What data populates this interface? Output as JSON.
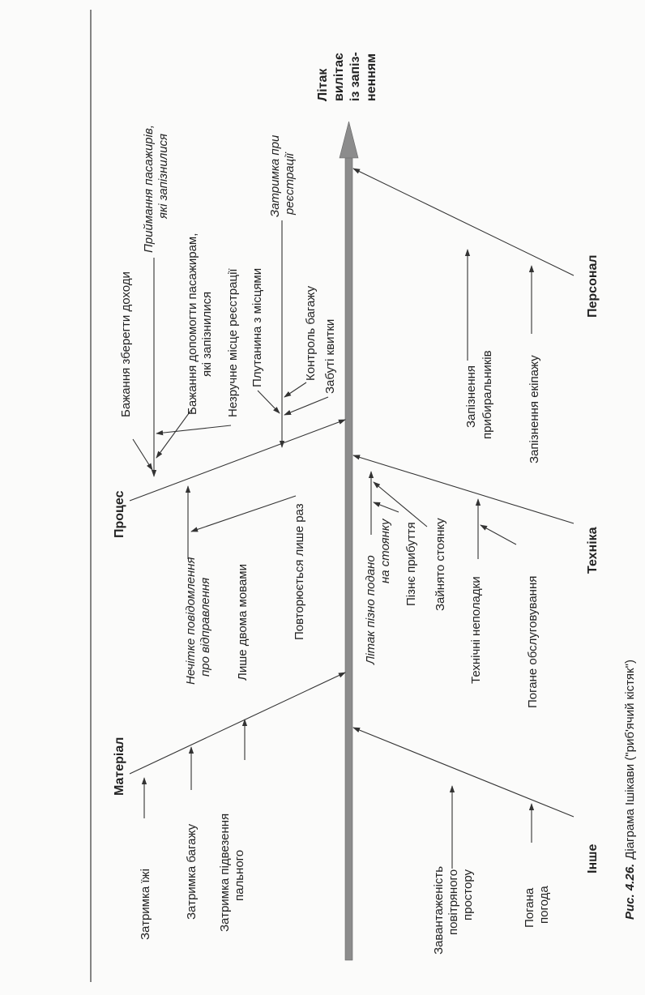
{
  "effect": {
    "lines": [
      "Літак",
      "вилітає",
      "із запіз-",
      "ненням"
    ]
  },
  "categories": {
    "material": "Матеріал",
    "process": "Процес",
    "technique": "Техніка",
    "personnel": "Персонал",
    "other": "Інше"
  },
  "causes": {
    "material": {
      "food": [
        "Затримка їжі"
      ],
      "baggage": [
        "Затримка багажу"
      ],
      "fuel": [
        "Затримка підвезення",
        "пального"
      ]
    },
    "process_lower": {
      "unclear": [
        "Нечітке повідомлення",
        "про відправлення"
      ],
      "two_lang": [
        "Лише двома мовами"
      ],
      "once": [
        "Повторюється лише раз"
      ]
    },
    "process_upper": {
      "save_income": [
        "Бажання зберегти доходи"
      ],
      "accept_pass": [
        "Приймання пасажирів,",
        "які запізнилися"
      ],
      "help_pass": [
        "Бажання допомогти пасажирам,",
        "які запізнилися"
      ],
      "inconvenient": [
        "Незручне місце реєстрації"
      ],
      "seat_confusion": [
        "Плутанина з місцями"
      ],
      "baggage_control": [
        "Контроль багажу"
      ],
      "forgot_tickets": [
        "Забуті квитки"
      ],
      "reg_delay": [
        "Затримка при",
        "реєстрації"
      ]
    },
    "technique": {
      "late_stand": [
        "Літак пізно подано",
        "на стоянку"
      ],
      "late_arrival": [
        "Пізнє прибуття"
      ],
      "stand_busy": [
        "Зайнято стоянку"
      ],
      "tech_faults": [
        "Технічні неполадки"
      ],
      "poor_service": [
        "Погане обслуговування"
      ]
    },
    "personnel": {
      "cleaners": [
        "Запізнення",
        "прибиральників"
      ],
      "crew": [
        "Запізнення екіпажу"
      ]
    },
    "other": {
      "airspace": [
        "Завантаженість",
        "повітряного",
        "простору"
      ],
      "weather": [
        "Погана",
        "погода"
      ]
    }
  },
  "caption": {
    "label": "Рис. 4.26.",
    "text": "Діаграма Ішікави (\"риб'ячий кістяк\")"
  }
}
